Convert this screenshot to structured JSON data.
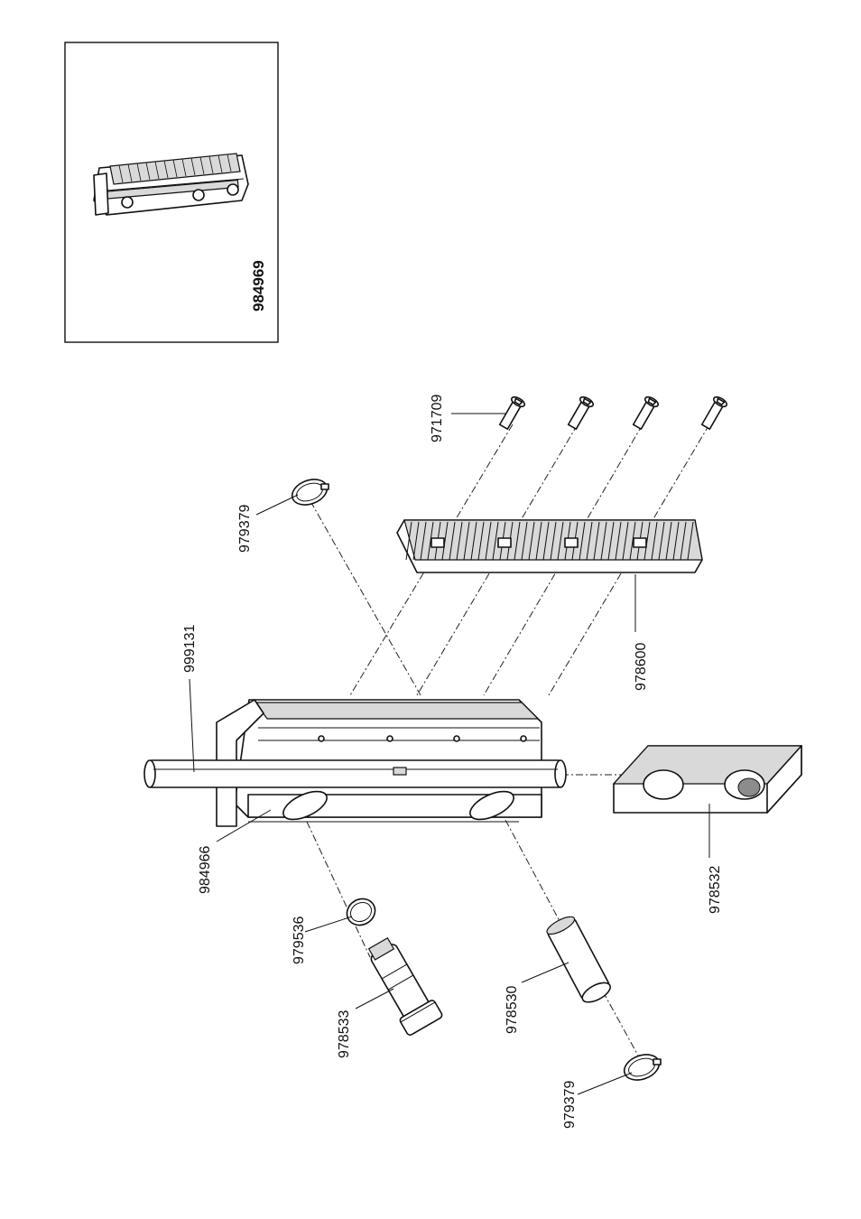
{
  "inset": {
    "part_number": "984969"
  },
  "parts": {
    "p971709": "971709",
    "p979379_top": "979379",
    "p999131": "999131",
    "p978600": "978600",
    "p984966": "984966",
    "p978532": "978532",
    "p979536": "979536",
    "p978533": "978533",
    "p978530": "978530",
    "p979379_bottom": "979379"
  }
}
